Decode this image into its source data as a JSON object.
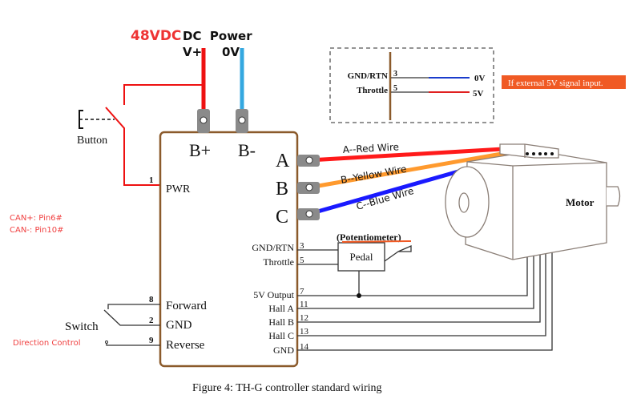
{
  "power": {
    "voltage_label": "48VDC",
    "title_label": "DC  Power",
    "positive_label": "V+",
    "negative_label": "0V"
  },
  "button": {
    "label": "Button"
  },
  "can_notes": [
    "CAN+: Pin6#",
    "CAN-: Pin10#"
  ],
  "controller": {
    "top_terminals": [
      "B+",
      "B-"
    ],
    "phase_terminals": [
      "A",
      "B",
      "C"
    ],
    "left_pins": [
      {
        "pin": "1",
        "label": "PWR"
      },
      {
        "pin": "8",
        "label": "Forward"
      },
      {
        "pin": "2",
        "label": "GND"
      },
      {
        "pin": "9",
        "label": "Reverse"
      }
    ],
    "right_pins": [
      {
        "pin": "3",
        "label": "GND/RTN"
      },
      {
        "pin": "5",
        "label": "Throttle"
      },
      {
        "pin": "7",
        "label": "5V Output"
      },
      {
        "pin": "11",
        "label": "Hall A"
      },
      {
        "pin": "12",
        "label": "Hall B"
      },
      {
        "pin": "13",
        "label": "Hall C"
      },
      {
        "pin": "14",
        "label": "GND"
      }
    ]
  },
  "wires": [
    {
      "label": "A--Red Wire",
      "color": "#ff1a1a"
    },
    {
      "label": "B--Yellow Wire",
      "color": "#ff9a2e"
    },
    {
      "label": "C--Blue Wire",
      "color": "#1a1aff"
    }
  ],
  "pedal": {
    "title": "(Potentiometer)",
    "label": "Pedal"
  },
  "switch": {
    "label": "Switch",
    "note": "Direction Control"
  },
  "motor": {
    "label": "Motor"
  },
  "inset": {
    "pins": [
      {
        "pin": "3",
        "label": "GND/RTN",
        "value": "0V",
        "color": "#1a3ccc"
      },
      {
        "pin": "5",
        "label": "Throttle",
        "value": "5V",
        "color": "#e02020"
      }
    ],
    "note": "If external 5V signal input."
  },
  "colors": {
    "red": "#ff1a1a",
    "cyan": "#35a8e0",
    "brown": "#8b5a2b",
    "terminal": "#8a8a8a",
    "note_red": "#f04040",
    "note_bg": "#f05a24"
  },
  "caption": "Figure 4: TH-G controller standard wiring"
}
